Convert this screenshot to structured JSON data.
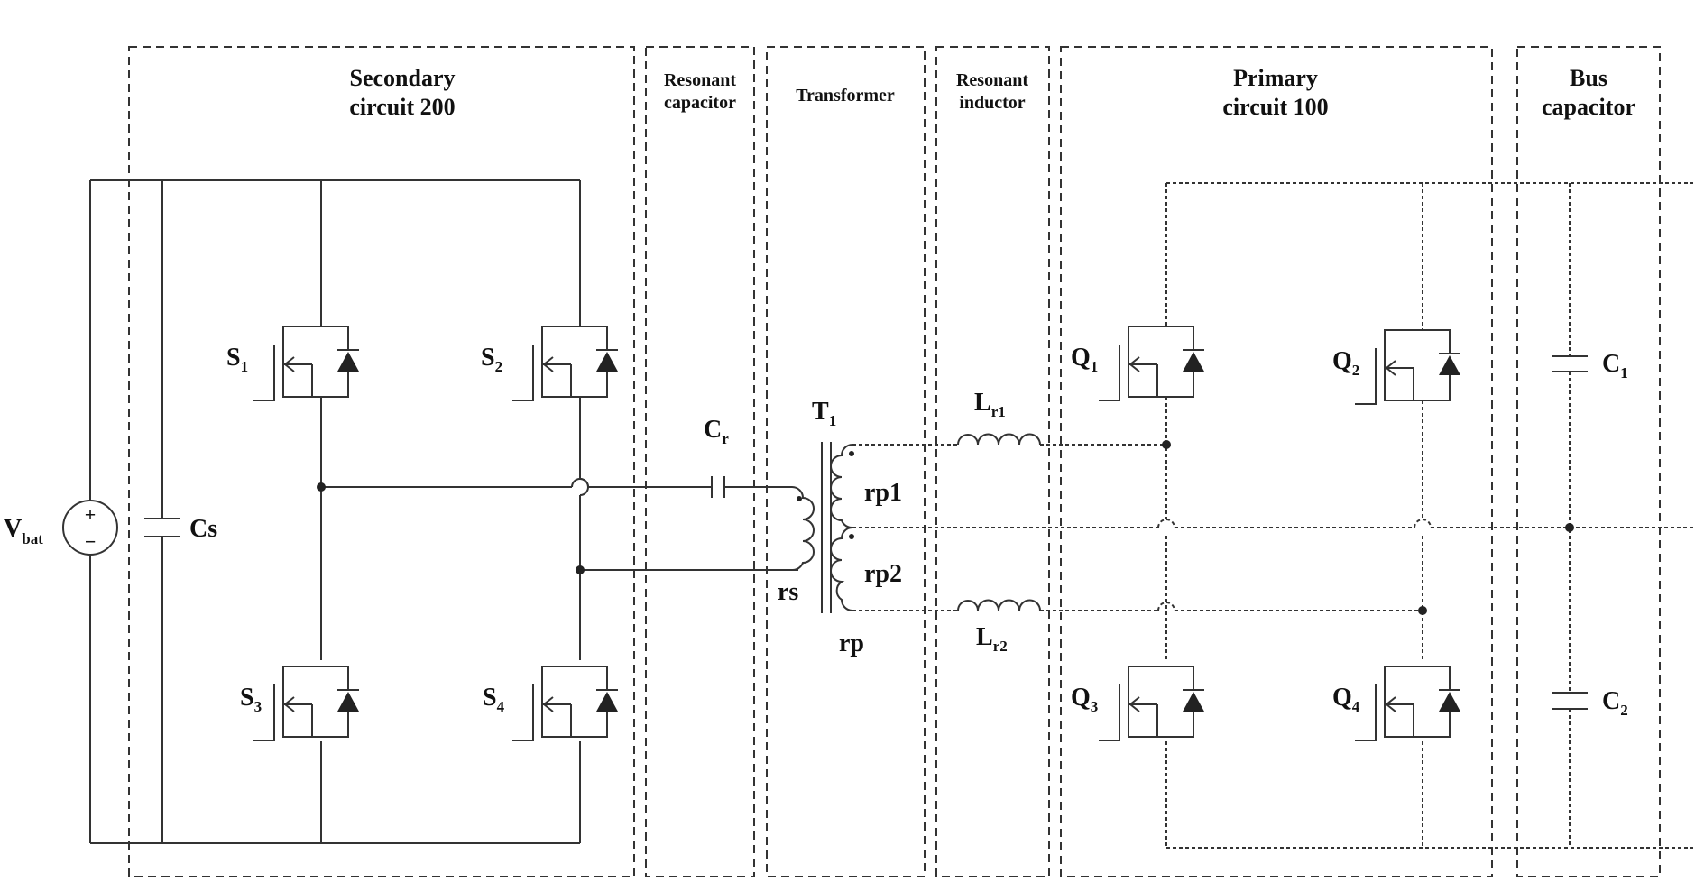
{
  "sections": {
    "secondary": {
      "title": "Secondary",
      "title2": "circuit 200"
    },
    "res_cap": {
      "title": "Resonant",
      "title2": "capacitor"
    },
    "transformer": {
      "title": "Transformer"
    },
    "res_ind": {
      "title": "Resonant",
      "title2": "inductor"
    },
    "primary": {
      "title": "Primary",
      "title2": "circuit 100"
    },
    "bus": {
      "title": "Bus",
      "title2": "capacitor"
    }
  },
  "components": {
    "vbat": {
      "main": "V",
      "sub": "bat"
    },
    "cs": {
      "label": "Cs"
    },
    "s1": {
      "main": "S",
      "sub": "1"
    },
    "s2": {
      "main": "S",
      "sub": "2"
    },
    "s3": {
      "main": "S",
      "sub": "3"
    },
    "s4": {
      "main": "S",
      "sub": "4"
    },
    "cr": {
      "main": "C",
      "sub": "r"
    },
    "t1": {
      "main": "T",
      "sub": "1"
    },
    "rp1": {
      "label": "rp1"
    },
    "rp2": {
      "label": "rp2"
    },
    "rs": {
      "label": "rs"
    },
    "rp": {
      "label": "rp"
    },
    "lr1": {
      "main": "L",
      "sub": "r1"
    },
    "lr2": {
      "main": "L",
      "sub": "r2"
    },
    "q1": {
      "main": "Q",
      "sub": "1"
    },
    "q2": {
      "main": "Q",
      "sub": "2"
    },
    "q3": {
      "main": "Q",
      "sub": "3"
    },
    "q4": {
      "main": "Q",
      "sub": "4"
    },
    "c1": {
      "main": "C",
      "sub": "1"
    },
    "c2": {
      "main": "C",
      "sub": "2"
    },
    "plus": "+",
    "minus": "−"
  }
}
